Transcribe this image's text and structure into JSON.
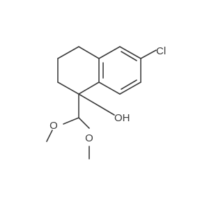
{
  "molecule": {
    "atoms": {
      "chlorine": {
        "label": "Cl",
        "color": "#3c3c3c"
      },
      "hydroxyl": {
        "label": "OH",
        "color": "#3c3c3c"
      },
      "methoxy_oxygen_top": {
        "label": "O",
        "color": "#3c3c3c"
      },
      "methoxy_oxygen_bottom": {
        "label": "O",
        "color": "#3c3c3c"
      }
    },
    "bond_color": "#3c3c3c",
    "background": "#ffffff"
  }
}
